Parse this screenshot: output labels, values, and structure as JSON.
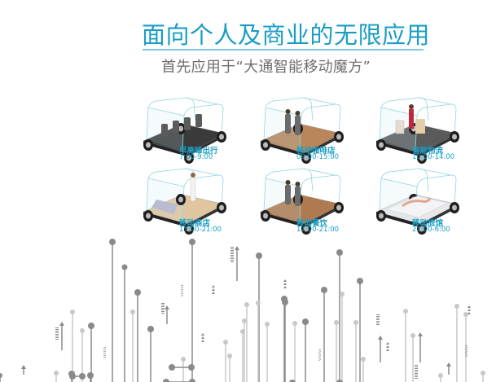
{
  "header": {
    "title": "面向个人及商业的无限应用",
    "subtitle": "首先应用于“大通智能移动魔方”"
  },
  "colors": {
    "accent": "#1a9dc4",
    "rule": "#7cc7df",
    "subtitle": "#6e6e6e",
    "circuit_dark": "#8a8a8a",
    "circuit_light": "#c8c8c8"
  },
  "scenarios": [
    {
      "label": "早高峰出行",
      "time": "7:00-9:00",
      "floor": "#3a3a3a",
      "icon": "commuter-seats-icon"
    },
    {
      "label": "移动咖啡店",
      "time": "09:00-15:00",
      "floor": "#b8865a",
      "icon": "coffee-shop-icon"
    },
    {
      "label": "智能物流",
      "time": "10:00-14:00",
      "floor": "#5a5a5a",
      "icon": "logistics-icon"
    },
    {
      "label": "移动商店",
      "time": "15:00-21:00",
      "floor": "#e0c59e",
      "icon": "mobile-store-icon"
    },
    {
      "label": "移动餐饮",
      "time": "17:00-21:00",
      "floor": "#b07a50",
      "icon": "mobile-dining-icon"
    },
    {
      "label": "移动旅馆",
      "time": "21:00-6:00",
      "floor": "#e8e8ea",
      "icon": "mobile-hotel-icon"
    }
  ]
}
